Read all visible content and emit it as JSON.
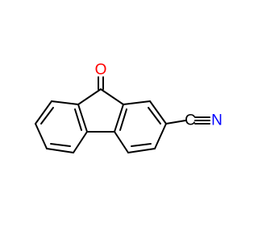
{
  "molecule": {
    "atoms": {
      "oxygen": {
        "label": "O",
        "color": "#ff0000"
      },
      "nitrile_carbon": {
        "label": "C",
        "color": "#000000"
      },
      "nitrile_nitrogen": {
        "label": "N",
        "color": "#0000ff"
      }
    }
  }
}
